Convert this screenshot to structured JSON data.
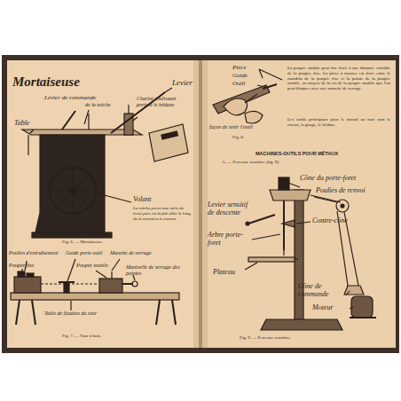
{
  "diagram": {
    "labels": [
      "Mortaiseuse",
      "Levier",
      "Levier de commande",
      "de la mèche",
      "Chariot coulissant portant le bédane",
      "Table",
      "La mèche perce une série de trous puis on la fait aller le long de la mortaise à creuser.",
      "Volant",
      "Fig. 6. — Mortaiseuse.",
      "Poulies d'entraînement",
      "Guide porte outil",
      "Manette de serrage",
      "Poupée fixe",
      "Poupée mobile",
      "Manivelle de serrage des pointes",
      "Table de fixation du tour",
      "Fig. 7. — Tour à bois.",
      "Pièce",
      "Guide",
      "Outil",
      "façon de tenir l'outil",
      "Fig. 8.",
      "La poupée mobile peut être fixée à une distance variable de la poupée fixe. La pièce à tourner est fixée entre le mandrin de la poupée fixe et la pointe de la poupée mobile, au moyen de la vis de la poupée mobile que l'on peut bloquer avec une manette de serrage.",
      "Les outils principaux pour le travail au tour sont le ciseau, la gouge, le bédane.",
      "MACHINES-OUTILS POUR MÉTAUX",
      "A. — Perceuse sensitive (fig. 9).",
      "Cône du porte-foret",
      "Poulies de renvoi",
      "Levier sensitif de descente",
      "Arbre porte-foret",
      "Contre-cône",
      "Plateau",
      "Cône de commande",
      "Moteur",
      "Fig. 9. — Perceuse sensitive."
    ]
  }
}
